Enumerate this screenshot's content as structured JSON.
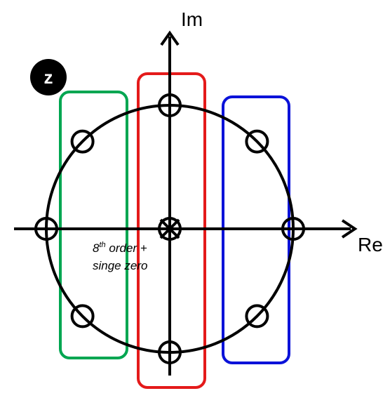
{
  "plane_badge": "z",
  "axes": {
    "imag_label": "Im",
    "real_label": "Re"
  },
  "annotation": {
    "line1_base": "8",
    "line1_sup": "th",
    "line1_rest": " order +",
    "line2": "singe zero"
  },
  "unit_circle": {
    "radius": 1
  },
  "zeros": [
    {
      "re": 1,
      "im": 0
    },
    {
      "re": 0.7071,
      "im": 0.7071
    },
    {
      "re": 0,
      "im": 1
    },
    {
      "re": -0.7071,
      "im": 0.7071
    },
    {
      "re": -1,
      "im": 0
    },
    {
      "re": -0.7071,
      "im": -0.7071
    },
    {
      "re": 0,
      "im": -1
    },
    {
      "re": 0.7071,
      "im": -0.7071
    },
    {
      "re": 0,
      "im": 0
    }
  ],
  "poles": [
    {
      "re": 0,
      "im": 0
    }
  ],
  "groups": [
    {
      "id": "left",
      "color": "#00a651"
    },
    {
      "id": "center",
      "color": "#e41a1a"
    },
    {
      "id": "right",
      "color": "#0a12d9"
    }
  ],
  "colors": {
    "stroke": "#000000",
    "badge_fill": "#000000"
  }
}
